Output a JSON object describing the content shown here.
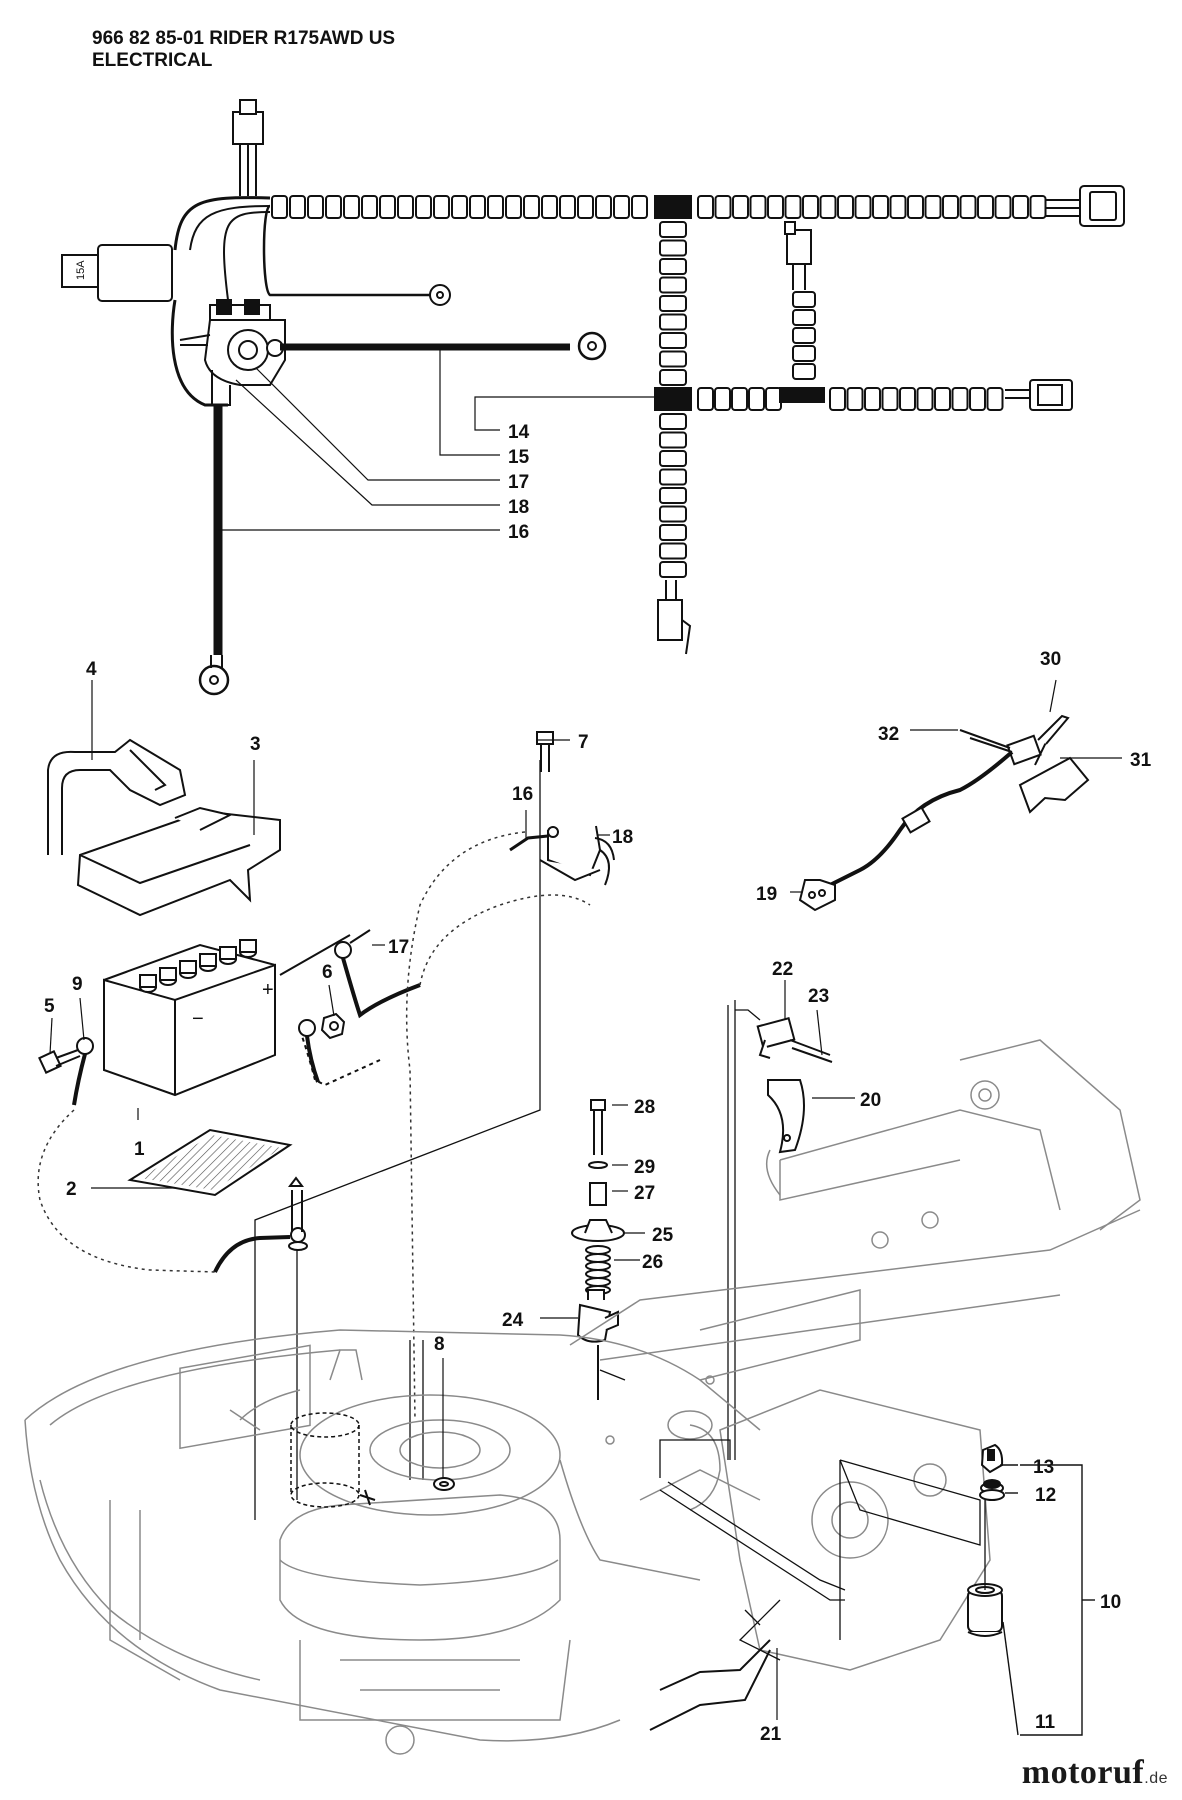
{
  "header": {
    "line1": "966 82 85-01 RIDER R175AWD US",
    "line2": "ELECTRICAL"
  },
  "callouts": [
    {
      "id": "c14",
      "label": "14"
    },
    {
      "id": "c15",
      "label": "15"
    },
    {
      "id": "c17a",
      "label": "17"
    },
    {
      "id": "c18a",
      "label": "18"
    },
    {
      "id": "c16a",
      "label": "16"
    },
    {
      "id": "c4",
      "label": "4"
    },
    {
      "id": "c3",
      "label": "3"
    },
    {
      "id": "c7",
      "label": "7"
    },
    {
      "id": "c16b",
      "label": "16"
    },
    {
      "id": "c18b",
      "label": "18"
    },
    {
      "id": "c30",
      "label": "30"
    },
    {
      "id": "c32",
      "label": "32"
    },
    {
      "id": "c31",
      "label": "31"
    },
    {
      "id": "c19",
      "label": "19"
    },
    {
      "id": "c17b",
      "label": "17"
    },
    {
      "id": "c6",
      "label": "6"
    },
    {
      "id": "c9",
      "label": "9"
    },
    {
      "id": "c5",
      "label": "5"
    },
    {
      "id": "c1",
      "label": "1"
    },
    {
      "id": "c2",
      "label": "2"
    },
    {
      "id": "c22",
      "label": "22"
    },
    {
      "id": "c23",
      "label": "23"
    },
    {
      "id": "c20",
      "label": "20"
    },
    {
      "id": "c28",
      "label": "28"
    },
    {
      "id": "c29",
      "label": "29"
    },
    {
      "id": "c27",
      "label": "27"
    },
    {
      "id": "c25",
      "label": "25"
    },
    {
      "id": "c26",
      "label": "26"
    },
    {
      "id": "c24",
      "label": "24"
    },
    {
      "id": "c8",
      "label": "8"
    },
    {
      "id": "c13",
      "label": "13"
    },
    {
      "id": "c12",
      "label": "12"
    },
    {
      "id": "c10",
      "label": "10"
    },
    {
      "id": "c11",
      "label": "11"
    },
    {
      "id": "c21",
      "label": "21"
    }
  ],
  "fuse_text": "15A",
  "battery_plus": "+",
  "battery_minus": "−",
  "brand": {
    "name": "motoruf",
    "suffix": ".de"
  }
}
